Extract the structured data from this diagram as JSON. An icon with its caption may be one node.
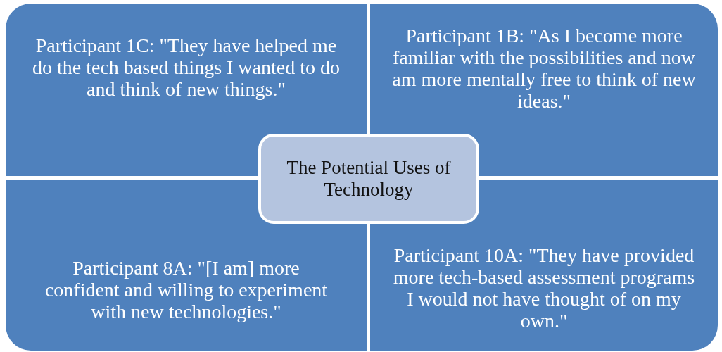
{
  "diagram": {
    "nodes": [
      {
        "text": [
          "Participant 1C: \"They have helped me do the tech based things I wanted to do and think of new things.\""
        ]
      },
      {
        "text": [
          "Participant 1B: \"As I become more familiar with the possibilities and now am more mentally free to think of new ideas.\""
        ]
      },
      {
        "text": [
          "The Potential Uses of Technology"
        ]
      },
      {
        "text": [
          "Participant 8A: \"[I am] more confident and willing to experiment with new technologies.\""
        ]
      },
      {
        "text": [
          "Participant 10A: \"They have provided more tech-based assessment programs I would not have thought of on my own.\""
        ]
      }
    ]
  }
}
